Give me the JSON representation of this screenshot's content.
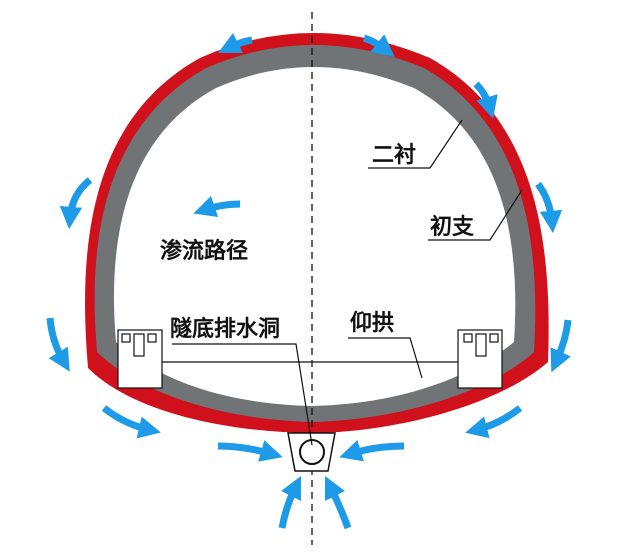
{
  "labels": {
    "secondary_lining": "二衬",
    "primary_support": "初支",
    "seepage_path": "渗流路径",
    "drainage_tunnel": "隧底排水洞",
    "invert": "仰拱"
  },
  "colors": {
    "primary_support": "#D0101A",
    "secondary_lining": "#707477",
    "arrow": "#1E9BE8"
  }
}
